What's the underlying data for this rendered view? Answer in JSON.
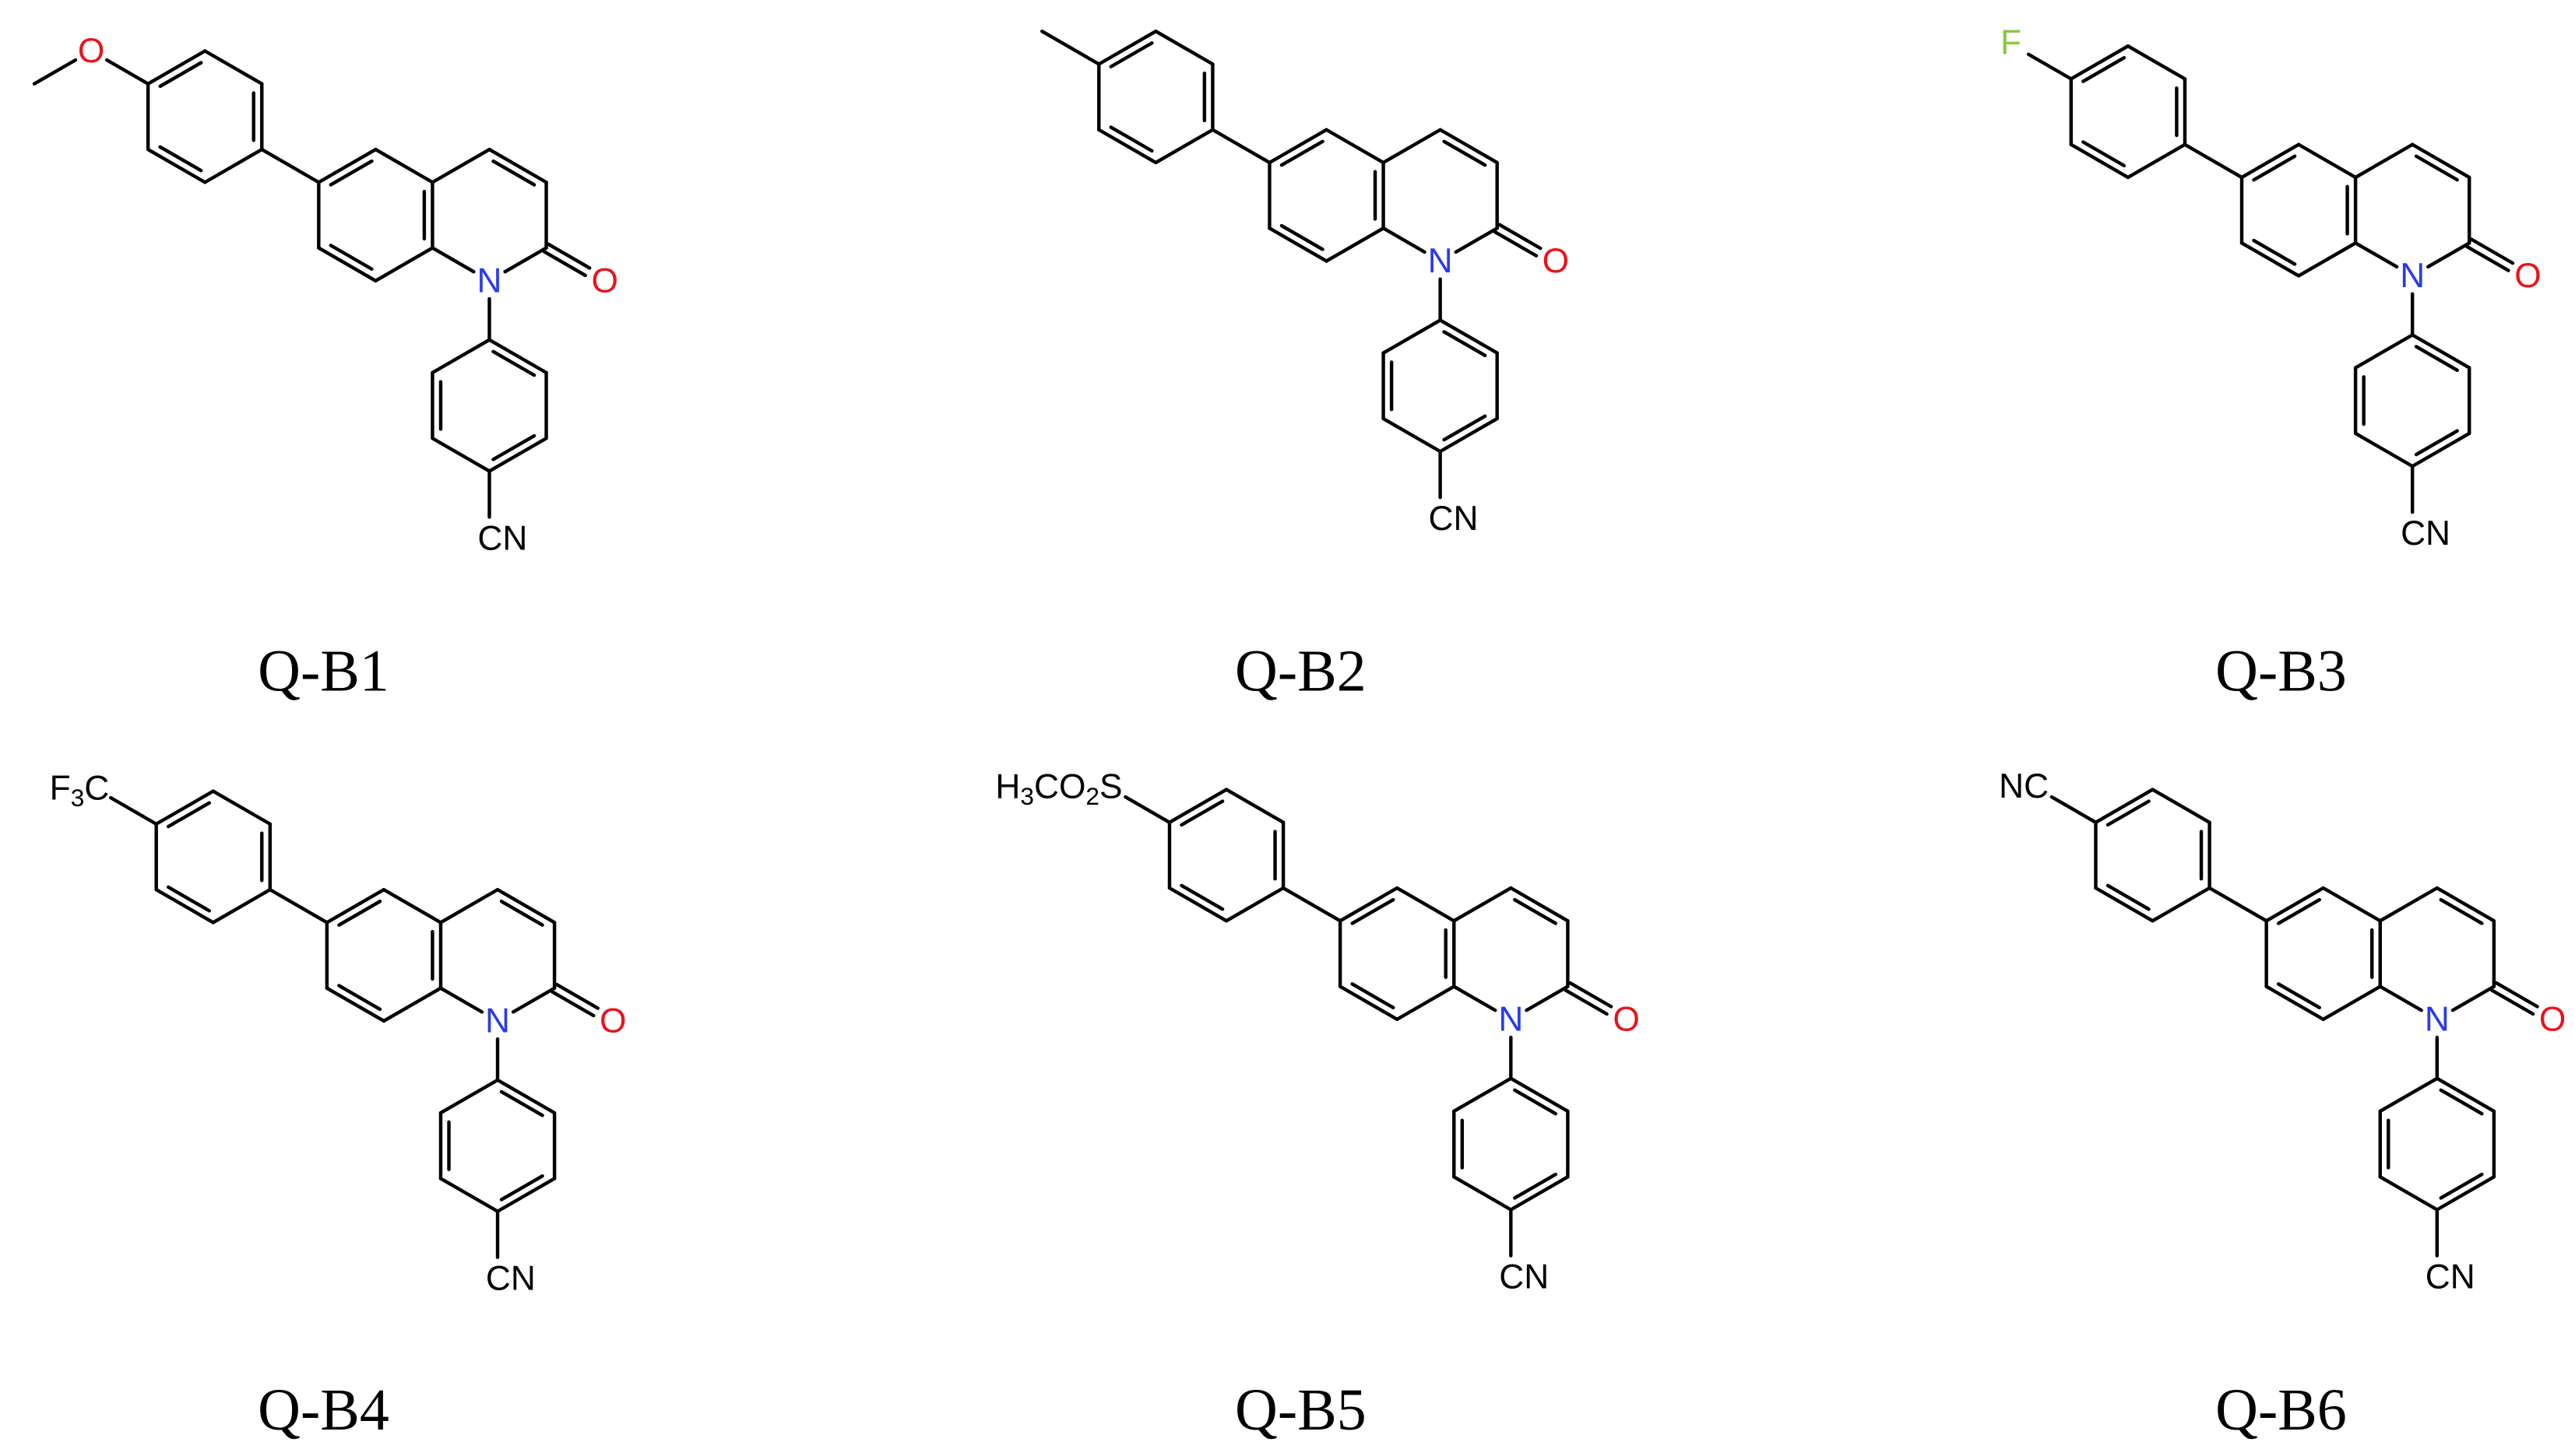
{
  "compounds": [
    {
      "id": "Q-B1",
      "label": "Q-B1",
      "substituent": "OCH3",
      "substituent_color": "#e8141e"
    },
    {
      "id": "Q-B2",
      "label": "Q-B2",
      "substituent": "CH3",
      "substituent_color": "#000000"
    },
    {
      "id": "Q-B3",
      "label": "Q-B3",
      "substituent": "F",
      "substituent_color": "#8dc63f"
    },
    {
      "id": "Q-B4",
      "label": "Q-B4",
      "substituent": "F3C",
      "substituent_color": "#000000"
    },
    {
      "id": "Q-B5",
      "label": "Q-B5",
      "substituent": "H3CO2S",
      "substituent_color": "#000000"
    },
    {
      "id": "Q-B6",
      "label": "Q-B6",
      "substituent": "NC",
      "substituent_color": "#000000"
    }
  ],
  "atom_labels": {
    "nitrogen": "N",
    "oxygen": "O",
    "nitrile": "CN",
    "fluorine": "F",
    "methoxy_oxygen": "O",
    "cf3_f": "F",
    "cf3_sub": "3",
    "cf3_c": "C",
    "sulfonyl_h": "H",
    "sulfonyl_h_sub": "3",
    "sulfonyl_co": "CO",
    "sulfonyl_o_sub": "2",
    "sulfonyl_s": "S",
    "nitrile_sub": "NC"
  },
  "colors": {
    "nitrogen": "#2b3be8",
    "oxygen": "#e8141e",
    "fluorine": "#8dc63f",
    "bond": "#000000"
  }
}
